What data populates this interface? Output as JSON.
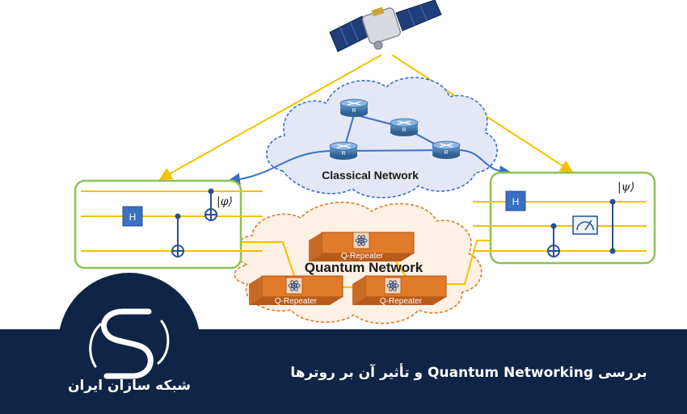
{
  "diagram": {
    "classical_network_label": "Classical Network",
    "quantum_network_label": "Quantum Network",
    "router_badge": "R",
    "repeater_label": "Q-Repeater",
    "hadamard_label": "H",
    "phi_state": "|φ⟩",
    "psi_state": "|ψ⟩"
  },
  "banner": {
    "headline": "بررسی Quantum Networking و تأثیر آن بر روترها",
    "brand": "شبکه سازان ایران"
  },
  "colors": {
    "classical_link": "#3a6fc4",
    "quantum_link": "#f2c200",
    "satellite_link": "#f2c200",
    "node_frame": "#8cc152",
    "repeater": "#e07b2a",
    "banner_bg": "#0f2446"
  }
}
